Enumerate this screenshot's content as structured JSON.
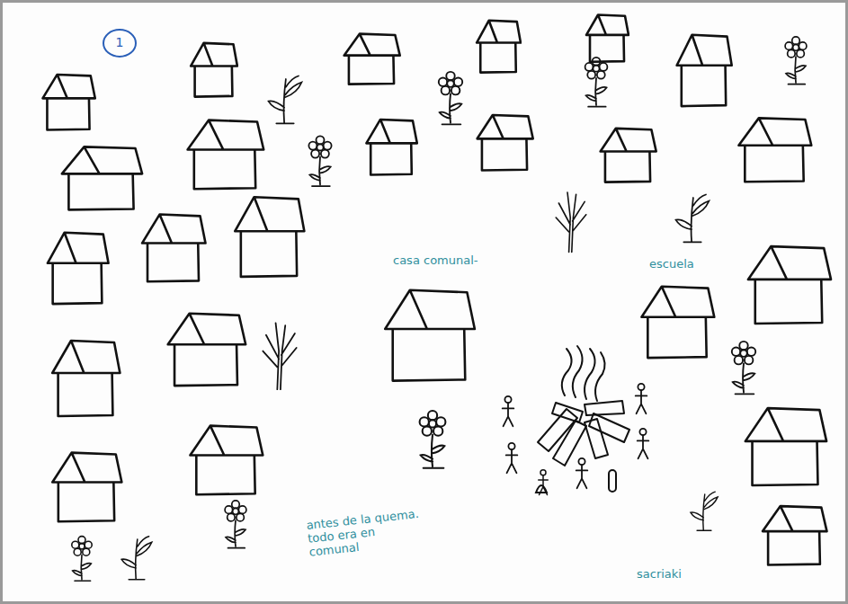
{
  "diagram": {
    "labels": [
      "1",
      "casa comunal-",
      "escuela",
      "antes de la quema. todo era en comunal",
      "sacriaki"
    ]
  }
}
